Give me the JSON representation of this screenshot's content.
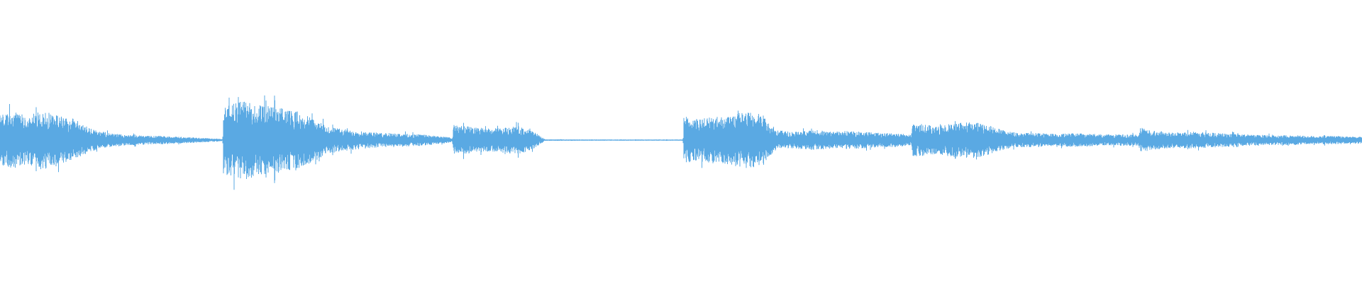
{
  "waveform": {
    "color": "#5aa9e3",
    "background": "#ffffff",
    "envelope_profile": [
      [
        0.0,
        0.36
      ],
      [
        0.01,
        0.4
      ],
      [
        0.02,
        0.34
      ],
      [
        0.03,
        0.42
      ],
      [
        0.04,
        0.38
      ],
      [
        0.05,
        0.3
      ],
      [
        0.06,
        0.22
      ],
      [
        0.07,
        0.14
      ],
      [
        0.08,
        0.1
      ],
      [
        0.09,
        0.08
      ],
      [
        0.1,
        0.07
      ],
      [
        0.11,
        0.06
      ],
      [
        0.12,
        0.06
      ],
      [
        0.13,
        0.05
      ],
      [
        0.14,
        0.04
      ],
      [
        0.15,
        0.03
      ],
      [
        0.16,
        0.02
      ],
      [
        0.1635,
        0.01
      ],
      [
        0.164,
        0.48
      ],
      [
        0.17,
        0.52
      ],
      [
        0.18,
        0.56
      ],
      [
        0.19,
        0.5
      ],
      [
        0.2,
        0.48
      ],
      [
        0.21,
        0.44
      ],
      [
        0.22,
        0.4
      ],
      [
        0.23,
        0.3
      ],
      [
        0.24,
        0.2
      ],
      [
        0.25,
        0.16
      ],
      [
        0.26,
        0.14
      ],
      [
        0.27,
        0.12
      ],
      [
        0.28,
        0.1
      ],
      [
        0.29,
        0.1
      ],
      [
        0.3,
        0.09
      ],
      [
        0.31,
        0.08
      ],
      [
        0.32,
        0.06
      ],
      [
        0.33,
        0.04
      ],
      [
        0.332,
        0.02
      ],
      [
        0.333,
        0.22
      ],
      [
        0.34,
        0.2
      ],
      [
        0.35,
        0.18
      ],
      [
        0.36,
        0.16
      ],
      [
        0.37,
        0.18
      ],
      [
        0.38,
        0.2
      ],
      [
        0.39,
        0.14
      ],
      [
        0.398,
        0.04
      ],
      [
        0.4,
        0.01
      ],
      [
        0.45,
        0.008
      ],
      [
        0.5,
        0.008
      ],
      [
        0.5015,
        0.01
      ],
      [
        0.502,
        0.34
      ],
      [
        0.51,
        0.3
      ],
      [
        0.52,
        0.32
      ],
      [
        0.53,
        0.34
      ],
      [
        0.54,
        0.38
      ],
      [
        0.55,
        0.4
      ],
      [
        0.56,
        0.36
      ],
      [
        0.57,
        0.14
      ],
      [
        0.58,
        0.12
      ],
      [
        0.59,
        0.13
      ],
      [
        0.6,
        0.14
      ],
      [
        0.61,
        0.12
      ],
      [
        0.62,
        0.13
      ],
      [
        0.63,
        0.12
      ],
      [
        0.64,
        0.11
      ],
      [
        0.65,
        0.1
      ],
      [
        0.66,
        0.1
      ],
      [
        0.669,
        0.07
      ],
      [
        0.67,
        0.24
      ],
      [
        0.68,
        0.22
      ],
      [
        0.69,
        0.21
      ],
      [
        0.7,
        0.24
      ],
      [
        0.71,
        0.26
      ],
      [
        0.72,
        0.24
      ],
      [
        0.73,
        0.18
      ],
      [
        0.74,
        0.12
      ],
      [
        0.75,
        0.1
      ],
      [
        0.76,
        0.1
      ],
      [
        0.77,
        0.09
      ],
      [
        0.78,
        0.09
      ],
      [
        0.79,
        0.1
      ],
      [
        0.8,
        0.09
      ],
      [
        0.81,
        0.08
      ],
      [
        0.82,
        0.08
      ],
      [
        0.836,
        0.08
      ],
      [
        0.837,
        0.18
      ],
      [
        0.845,
        0.14
      ],
      [
        0.855,
        0.12
      ],
      [
        0.865,
        0.11
      ],
      [
        0.875,
        0.12
      ],
      [
        0.885,
        0.11
      ],
      [
        0.895,
        0.1
      ],
      [
        0.905,
        0.09
      ],
      [
        0.91,
        0.08
      ],
      [
        0.92,
        0.08
      ],
      [
        0.93,
        0.07
      ],
      [
        0.94,
        0.07
      ],
      [
        0.95,
        0.07
      ],
      [
        0.96,
        0.06
      ],
      [
        0.97,
        0.06
      ],
      [
        0.98,
        0.06
      ],
      [
        0.99,
        0.05
      ],
      [
        1.0,
        0.05
      ]
    ]
  }
}
